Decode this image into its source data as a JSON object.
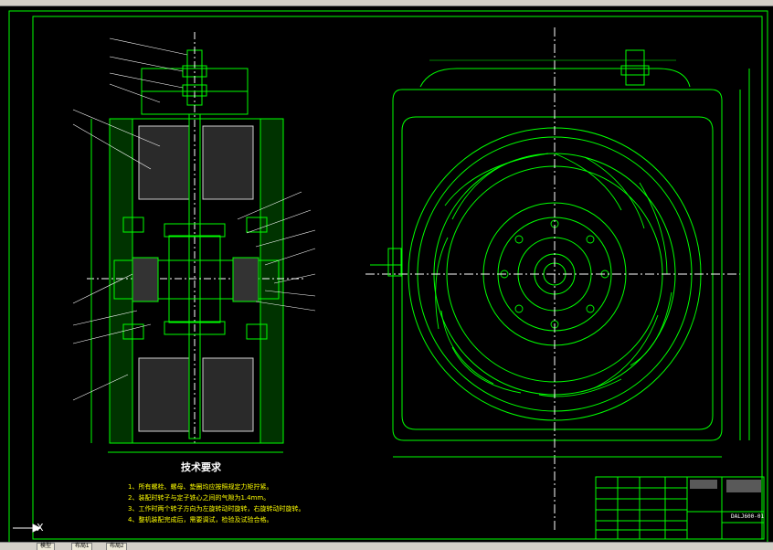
{
  "window": {
    "toolbar_hint": "",
    "tabs": [
      "模型",
      "布局1",
      "布局2"
    ]
  },
  "colors": {
    "background": "#000000",
    "linework": "#00ff00",
    "accent": "#ffff00",
    "text": "#ffffff"
  },
  "drawing": {
    "requirements_title": "技术要求",
    "requirements": [
      "1、所有螺栓、螺母、垫圈均应按照规定力矩拧紧。",
      "2、装配时转子与定子铁心之间的气隙为1.4mm。",
      "3、工作时两个转子方向为左旋转动时旋转，右旋转动时旋转。",
      "4、整机装配完成后，需要调试，检验及试验合格。"
    ],
    "title_block": {
      "drawing_number": "DALJ600-01"
    },
    "ucs_label": "X"
  }
}
